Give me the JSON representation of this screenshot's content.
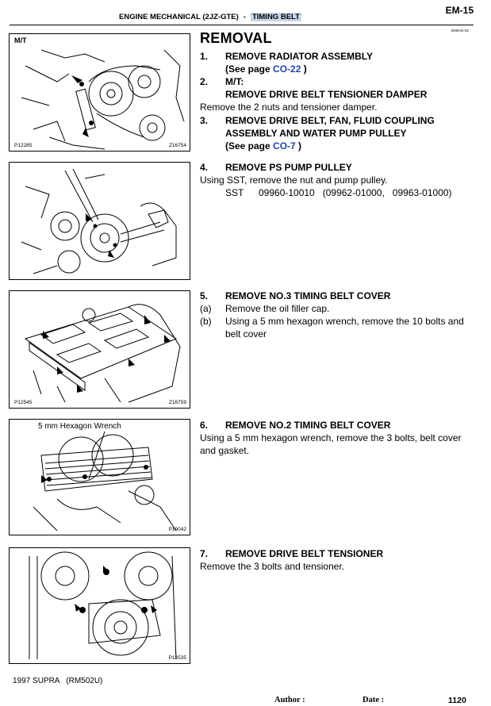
{
  "header": {
    "section": "ENGINE MECHANICAL (2JZ-GTE)",
    "separator": "-",
    "subsection": "TIMING BELT",
    "page_code": "EM-15",
    "doc_code": "EM0AD-02"
  },
  "title": "REMOVAL",
  "figures": {
    "fig1": {
      "label": "M/T",
      "left_code": "P12285",
      "right_code": "Z16754",
      "icon": "engine-belt-tensioner-drawing"
    },
    "fig2": {
      "icon": "ps-pump-pulley-sst-drawing"
    },
    "fig3": {
      "left_code": "P12545",
      "right_code": "Z16759",
      "icon": "timing-belt-cover-no3-drawing"
    },
    "fig4": {
      "label": "5 mm Hexagon Wrench",
      "right_code": "P19042",
      "icon": "timing-belt-cover-no2-drawing"
    },
    "fig5": {
      "right_code": "P12535",
      "icon": "drive-belt-tensioner-drawing"
    }
  },
  "steps": {
    "s1": {
      "num": "1.",
      "title": "REMOVE RADIATOR ASSEMBLY",
      "see_prefix": "(See page ",
      "see_link": "CO-22",
      "see_suffix": " )"
    },
    "s2": {
      "num": "2.",
      "condition": "M/T:",
      "title": "REMOVE DRIVE BELT TENSIONER DAMPER",
      "body": "Remove the 2 nuts and tensioner damper."
    },
    "s3": {
      "num": "3.",
      "title_line1": "REMOVE DRIVE BELT, FAN, FLUID COUPLING",
      "title_line2": "ASSEMBLY AND WATER PUMP PULLEY",
      "see_prefix": "(See page ",
      "see_link": "CO-7",
      "see_suffix": " )"
    },
    "s4": {
      "num": "4.",
      "title": "REMOVE PS PUMP PULLEY",
      "body": "Using SST, remove the nut and pump pulley.",
      "sst_label": "SST",
      "sst_value": "09960-10010   (09962-01000,   09963-01000)"
    },
    "s5": {
      "num": "5.",
      "title": "REMOVE NO.3 TIMING BELT COVER",
      "a_label": "(a)",
      "a_text": "Remove the oil filler cap.",
      "b_label": "(b)",
      "b_line1": "Using a 5 mm hexagon wrench, remove the 10 bolts and",
      "b_line2": "belt cover"
    },
    "s6": {
      "num": "6.",
      "title": "REMOVE NO.2 TIMING BELT COVER",
      "body_line1": "Using a 5 mm hexagon wrench, remove the 3 bolts, belt cover",
      "body_line2": "and gasket."
    },
    "s7": {
      "num": "7.",
      "title": "REMOVE DRIVE BELT TENSIONER",
      "body": "Remove the 3 bolts and tensioner."
    }
  },
  "footer": {
    "model": "1997 SUPRA   (RM502U)",
    "author_label": "Author :",
    "date_label": "Date :",
    "page_number": "1120"
  }
}
